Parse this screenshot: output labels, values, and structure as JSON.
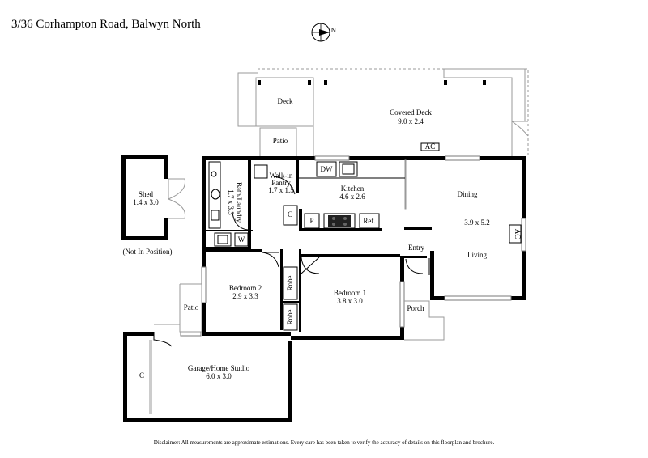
{
  "header": {
    "address": "3/36 Corhampton Road, Balwyn North"
  },
  "compass": {
    "label": "N"
  },
  "rooms": {
    "deck": {
      "name": "Deck"
    },
    "covered_deck": {
      "name": "Covered Deck",
      "size": "9.0 x 2.4"
    },
    "patio_top": {
      "name": "Patio"
    },
    "ac_top": {
      "name": "AC"
    },
    "shed": {
      "name": "Shed",
      "size": "1.4 x 3.0"
    },
    "not_in_position": {
      "name": "(Not In Position)"
    },
    "bath_laundry": {
      "name": "Bath/Laundry",
      "size": "1.7 x 3.3"
    },
    "w": {
      "name": "W"
    },
    "walkin_pantry": {
      "name_line1": "Walk-in",
      "name_line2": "Pantry",
      "size": "1.7 x 1.5"
    },
    "dw": {
      "name": "DW"
    },
    "kitchen": {
      "name": "Kitchen",
      "size": "4.6 x 2.6"
    },
    "c_kitchen": {
      "name": "C"
    },
    "p": {
      "name": "P"
    },
    "ref": {
      "name": "Ref."
    },
    "dining": {
      "name": "Dining"
    },
    "living_size": {
      "size": "3.9 x 5.2"
    },
    "living": {
      "name": "Living"
    },
    "ac_right": {
      "name": "AC"
    },
    "entry": {
      "name": "Entry"
    },
    "bedroom2": {
      "name": "Bedroom 2",
      "size": "2.9 x 3.3"
    },
    "robe1": {
      "name": "Robe"
    },
    "robe2": {
      "name": "Robe"
    },
    "bedroom1": {
      "name": "Bedroom 1",
      "size": "3.8 x 3.0"
    },
    "porch": {
      "name": "Porch"
    },
    "patio_left": {
      "name": "Patio"
    },
    "garage": {
      "name": "Garage/Home Studio",
      "size": "6.0 x 3.0"
    },
    "c_garage": {
      "name": "C"
    }
  },
  "footer": {
    "disclaimer": "Disclaimer: All measurements are approximate estimations. Every care has been taken to verify the accuracy of details on this floorplan and brochure."
  }
}
